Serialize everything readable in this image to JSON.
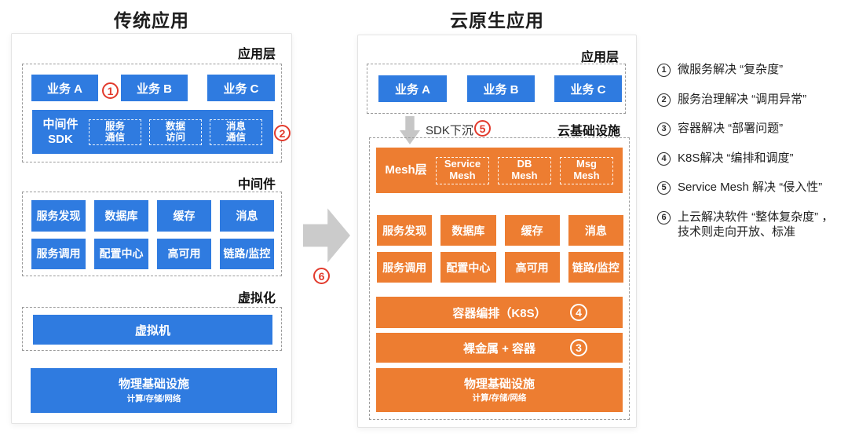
{
  "colors": {
    "blue": "#2F7BE0",
    "orange": "#ED7D31",
    "red": "#E23A2C",
    "arrow_gray": "#CBCBCB"
  },
  "left_panel": {
    "title": "传统应用",
    "sections": {
      "app_layer": "应用层",
      "middleware": "中间件",
      "virtualization": "虚拟化"
    },
    "biz_boxes": [
      "业务 A",
      "业务 B",
      "业务 C"
    ],
    "sdk_bar": {
      "label": "中间件\nSDK",
      "modules": [
        "服务\n通信",
        "数据\n访问",
        "消息\n通信"
      ]
    },
    "middleware_row1": [
      "服务发现",
      "数据库",
      "缓存",
      "消息"
    ],
    "middleware_row2": [
      "服务调用",
      "配置中心",
      "高可用",
      "链路/监控"
    ],
    "vm_box": "虚拟机",
    "physical": {
      "title": "物理基础设施",
      "subtitle": "计算/存储/网络"
    }
  },
  "right_panel": {
    "title": "云原生应用",
    "sections": {
      "app_layer": "应用层",
      "cloud_infra": "云基础设施"
    },
    "biz_boxes": [
      "业务 A",
      "业务 B",
      "业务 C"
    ],
    "sdk_sink_label": "SDK下沉",
    "mesh_bar": {
      "label": "Mesh层",
      "modules": [
        "Service\nMesh",
        "DB\nMesh",
        "Msg\nMesh"
      ]
    },
    "middleware_row1": [
      "服务发现",
      "数据库",
      "缓存",
      "消息"
    ],
    "middleware_row2": [
      "服务调用",
      "配置中心",
      "高可用",
      "链路/监控"
    ],
    "k8s_box": "容器编排（K8S）",
    "baremetal_box": "裸金属 + 容器",
    "physical": {
      "title": "物理基础设施",
      "subtitle": "计算/存储/网络"
    }
  },
  "badges": {
    "n1": "1",
    "n2": "2",
    "n3": "3",
    "n4": "4",
    "n5": "5",
    "n6": "6"
  },
  "notes": [
    {
      "num": "1",
      "text": "微服务解决 “复杂度”"
    },
    {
      "num": "2",
      "text": "服务治理解决 “调用异常”"
    },
    {
      "num": "3",
      "text": "容器解决 “部署问题”"
    },
    {
      "num": "4",
      "text": "K8S解决 “编排和调度”"
    },
    {
      "num": "5",
      "text": "Service Mesh 解决 “侵入性”"
    },
    {
      "num": "6",
      "text": "上云解决软件 “整体复杂度” ，\n技术则走向开放、标准"
    }
  ]
}
